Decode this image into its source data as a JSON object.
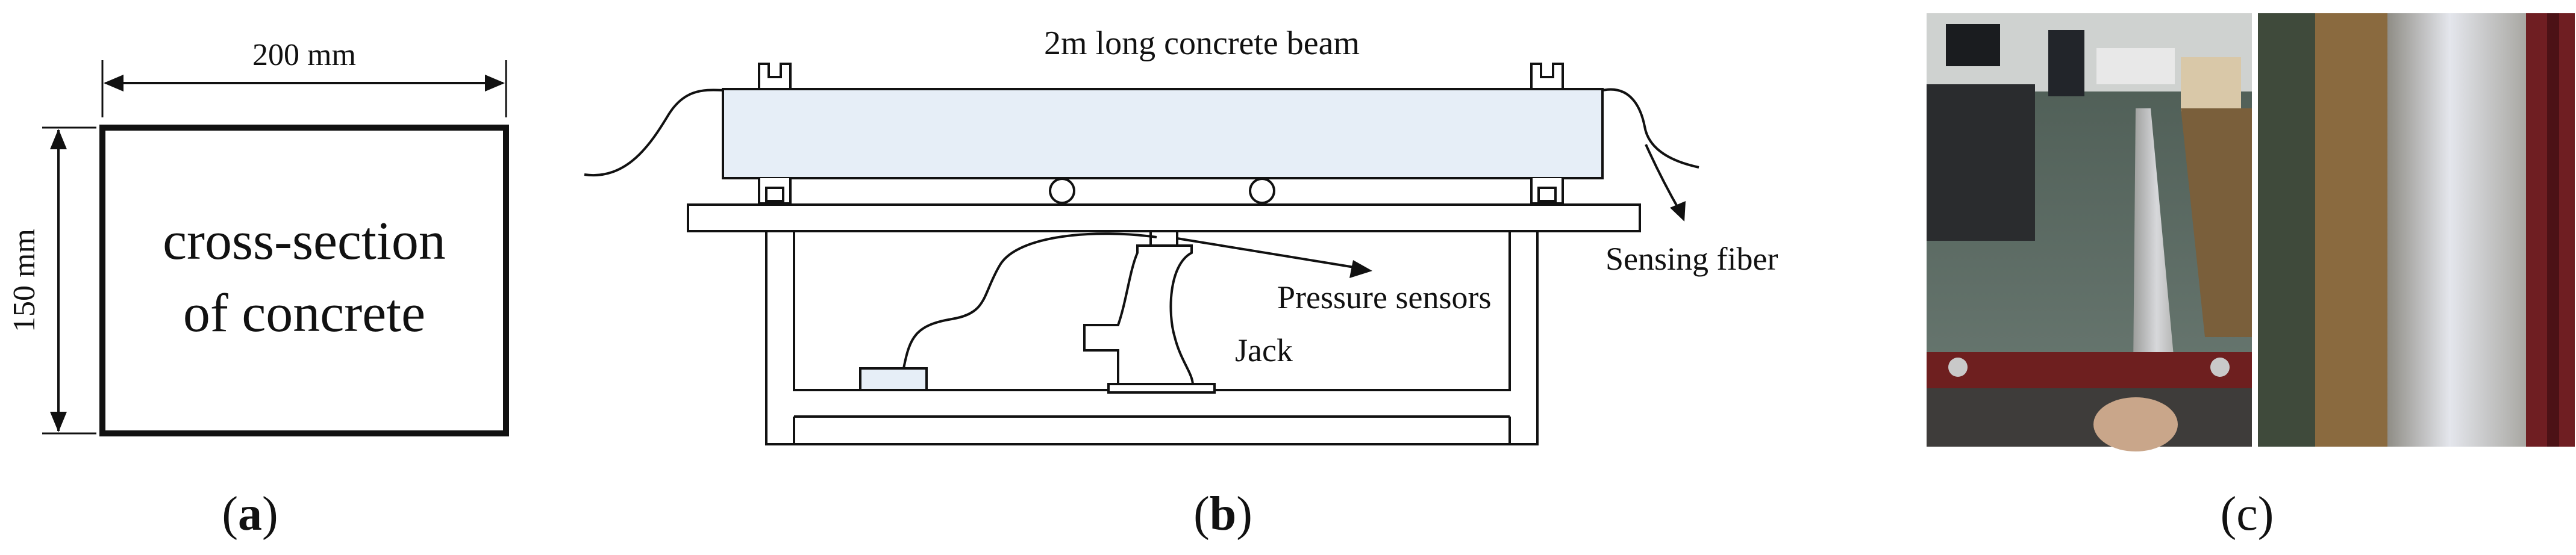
{
  "panel_a": {
    "width_label": "200 mm",
    "height_label": "150 mm",
    "section_line1": "cross-section",
    "section_line2": "of concrete",
    "caption_open": "(",
    "caption_letter": "a",
    "caption_close": ")"
  },
  "panel_b": {
    "beam_label": "2m long concrete beam",
    "pressure_label": "Pressure sensors",
    "jack_label": "Jack",
    "fiber_label": "Sensing fiber",
    "beam_fill": "#e6eef7",
    "caption_open": "(",
    "caption_letter": "b",
    "caption_close": ")"
  },
  "panel_c": {
    "caption": "(c)"
  }
}
